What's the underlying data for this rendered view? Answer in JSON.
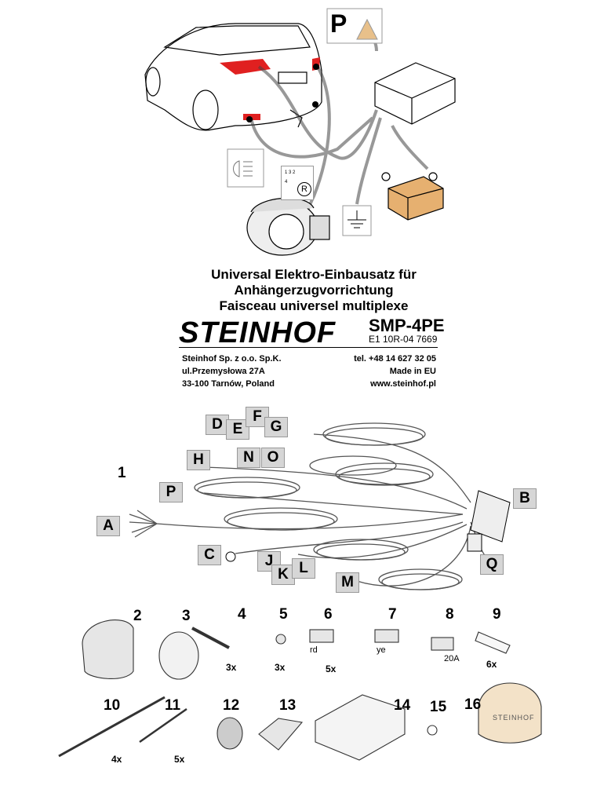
{
  "header": {
    "title_lines": [
      "Universal Elektro-Einbausatz für",
      "Anhängerzugvorrichtung",
      "Faisceau universel multiplexe"
    ],
    "brand": "STEINHOF",
    "model": "SMP-4PE",
    "approval": "E1 10R-04 7669"
  },
  "company": {
    "name": "Steinhof Sp. z o.o. Sp.K.",
    "street": "ul.Przemysłowa 27A",
    "city": "33-100 Tarnów, Poland",
    "phone": "tel.  +48 14 627 32 05",
    "origin": "Made in EU",
    "website": "www.steinhof.pl"
  },
  "diagram": {
    "parking_sign": "P",
    "reverse_sign": "R",
    "switch_pins": "1 3 2 4"
  },
  "harness": {
    "item_number": "1",
    "labels": [
      "D",
      "E",
      "F",
      "G",
      "H",
      "N",
      "O",
      "P",
      "B",
      "A",
      "C",
      "J",
      "K",
      "L",
      "Q",
      "M"
    ]
  },
  "parts": [
    {
      "number": "2",
      "qty": ""
    },
    {
      "number": "3",
      "qty": ""
    },
    {
      "number": "4",
      "qty": "3x"
    },
    {
      "number": "5",
      "qty": "3x"
    },
    {
      "number": "6",
      "qty": "5x",
      "note": "rd"
    },
    {
      "number": "7",
      "qty": "",
      "note": "ye"
    },
    {
      "number": "8",
      "qty": "",
      "note": "20A"
    },
    {
      "number": "9",
      "qty": "6x"
    },
    {
      "number": "10",
      "qty": "4x"
    },
    {
      "number": "11",
      "qty": "5x"
    },
    {
      "number": "12",
      "qty": ""
    },
    {
      "number": "13",
      "qty": ""
    },
    {
      "number": "14",
      "qty": ""
    },
    {
      "number": "15",
      "qty": ""
    },
    {
      "number": "16",
      "qty": "",
      "note": "STEINHOF"
    }
  ]
}
